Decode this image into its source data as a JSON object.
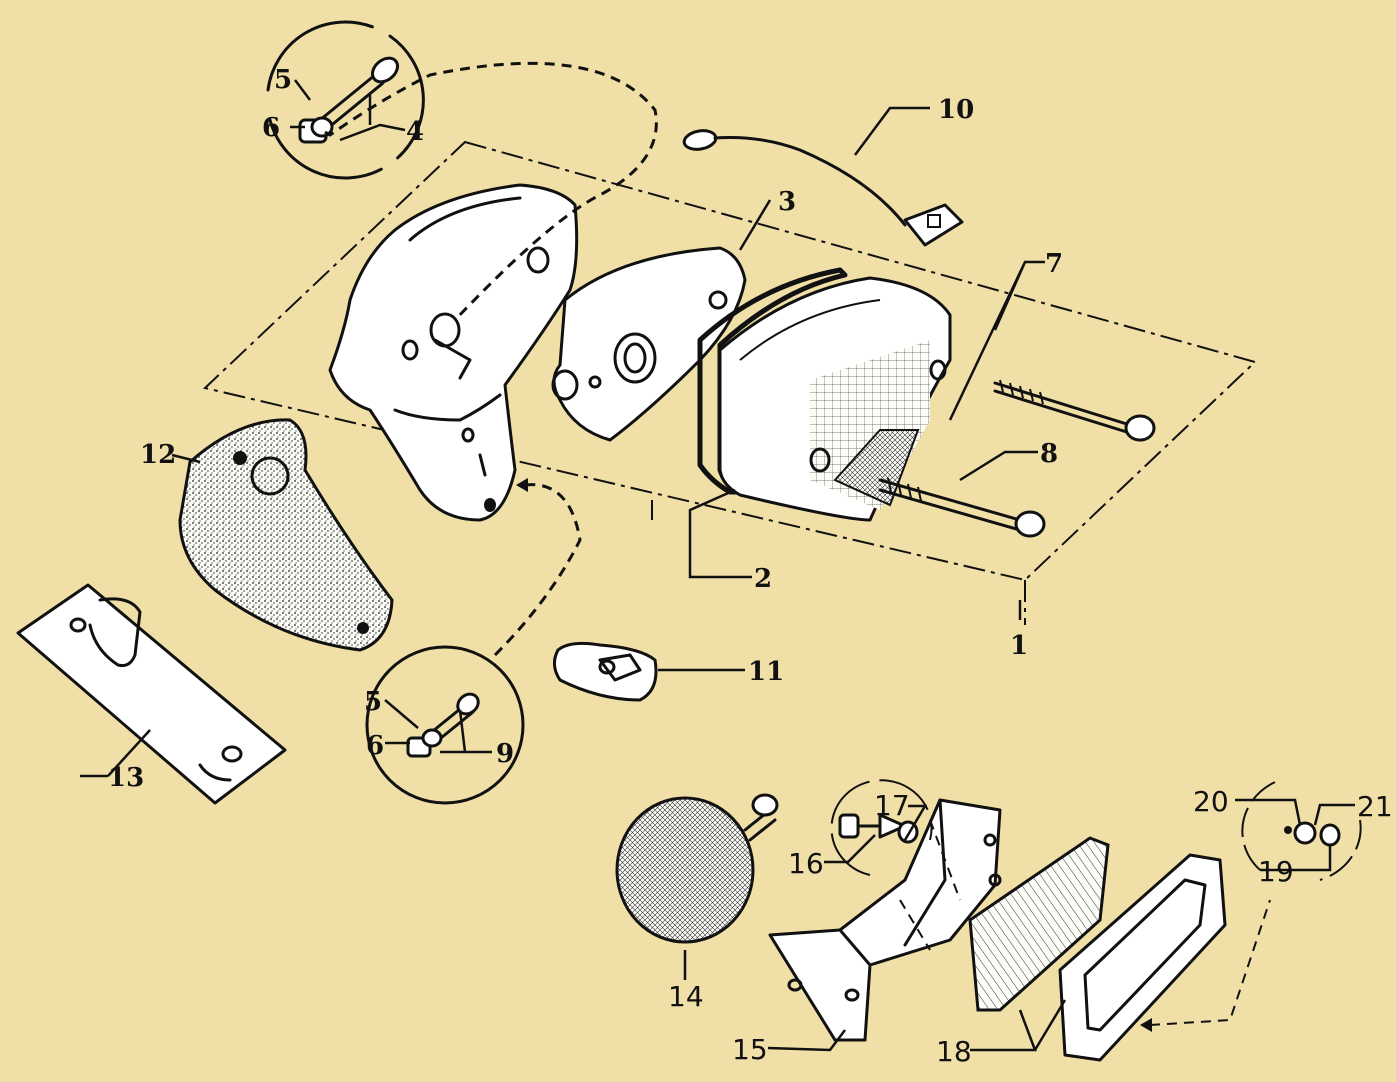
{
  "callouts": {
    "c1": "1",
    "c2": "2",
    "c3": "3",
    "c4": "4",
    "c5a": "5",
    "c5b": "5",
    "c6a": "6",
    "c6b": "6",
    "c7": "7",
    "c8": "8",
    "c9": "9",
    "c10": "10",
    "c11": "11",
    "c12": "12",
    "c13": "13",
    "c14": "14",
    "c15": "15",
    "c16": "16",
    "c17": "17",
    "c18": "18",
    "c19": "19",
    "c20": "20",
    "c21": "21"
  },
  "colors": {
    "background": "#f0e0a8",
    "ink": "#111111",
    "part_fill": "#ffffff"
  }
}
